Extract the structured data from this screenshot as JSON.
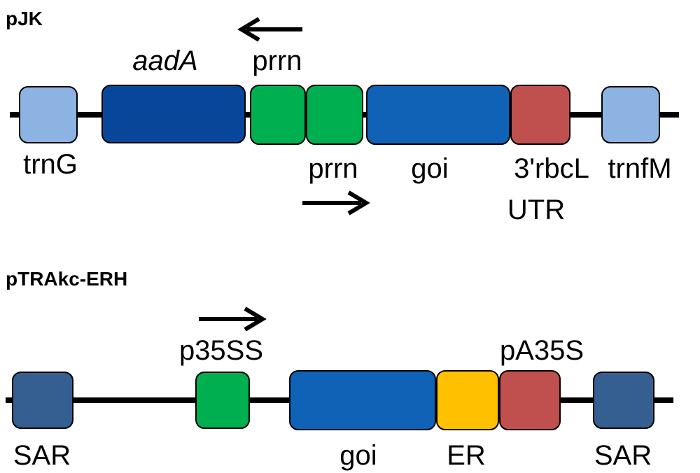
{
  "colors": {
    "light_blue": "#8DB3E2",
    "dark_navy": "#08469A",
    "green": "#00B050",
    "mid_blue": "#0F62B6",
    "red": "#C0504D",
    "steel_blue": "#365F91",
    "yellow": "#FFC000",
    "line": "#000000"
  },
  "constructs": [
    {
      "id": "pjk",
      "title": "pJK",
      "elements": [
        {
          "id": "trng",
          "label": "trnG",
          "color": "light_blue"
        },
        {
          "id": "aada",
          "label": "aadA",
          "color": "dark_navy",
          "italic": true
        },
        {
          "id": "prrn-rev",
          "label": "prrn",
          "color": "green",
          "direction": "left"
        },
        {
          "id": "prrn-fwd",
          "label": "prrn",
          "color": "green",
          "direction": "right"
        },
        {
          "id": "goi",
          "label": "goi",
          "color": "mid_blue"
        },
        {
          "id": "rbcl",
          "label": "3'rbcL",
          "label2": "UTR",
          "color": "red"
        },
        {
          "id": "trnfm",
          "label": "trnfM",
          "color": "light_blue"
        }
      ]
    },
    {
      "id": "ptrakc",
      "title": "pTRAkc-ERH",
      "elements": [
        {
          "id": "sar-left",
          "label": "SAR",
          "color": "steel_blue"
        },
        {
          "id": "p35ss",
          "label": "p35SS",
          "color": "green",
          "direction": "right"
        },
        {
          "id": "goi",
          "label": "goi",
          "color": "mid_blue"
        },
        {
          "id": "er",
          "label": "ER",
          "color": "yellow"
        },
        {
          "id": "pa35s",
          "label": "pA35S",
          "color": "red"
        },
        {
          "id": "sar-right",
          "label": "SAR",
          "color": "steel_blue"
        }
      ]
    }
  ]
}
